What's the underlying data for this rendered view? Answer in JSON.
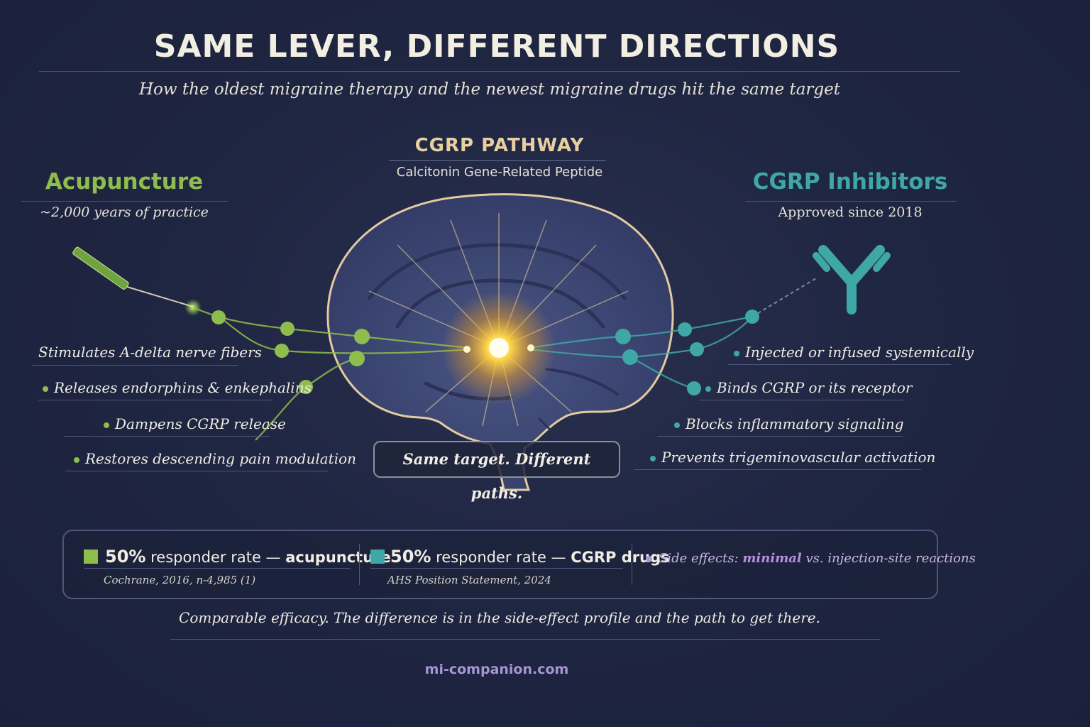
{
  "title": "SAME LEVER, DIFFERENT DIRECTIONS",
  "subtitle": "How the oldest migraine therapy and the newest migraine drugs hit the same target",
  "center": {
    "heading": "CGRP PATHWAY",
    "subheading": "Calcitonin Gene-Related Peptide"
  },
  "left": {
    "heading": "Acupuncture",
    "subheading": "~2,000 years of practice",
    "bullets": [
      "Stimulates A-delta nerve fibers",
      "Releases endorphins & enkephalins",
      "Dampens CGRP release",
      "Restores descending pain modulation"
    ]
  },
  "right": {
    "heading": "CGRP Inhibitors",
    "subheading": "Approved since 2018",
    "bullets": [
      "Injected or infused systemically",
      "Binds CGRP or its receptor",
      "Blocks inflammatory signaling",
      "Prevents trigeminovascular activation"
    ]
  },
  "callout": "Same target. Different paths.",
  "stats": {
    "acupuncture": {
      "percent": "50%",
      "label": " responder rate — ",
      "bold": "acupuncture",
      "source": "Cochrane, 2016, n-4,985 (1)"
    },
    "drugs": {
      "percent": "50%",
      "label": " responder rate — ",
      "bold": "CGRP drugs",
      "source": "AHS Position Statement, 2024"
    },
    "side_effects": {
      "prefix": "Side effects: ",
      "bold": "minimal",
      "suffix": " vs. injection-site reactions"
    }
  },
  "conclusion": "Comparable efficacy. The difference is in the side-effect profile and the path to get there.",
  "footer": "mi-companion.com",
  "colors": {
    "acupuncture": "#8fbd4d",
    "inhibitors": "#3fa7a5",
    "pathway": "#e8cf9f",
    "side_effects": "#b78fe0",
    "glow": "#ffc629"
  }
}
